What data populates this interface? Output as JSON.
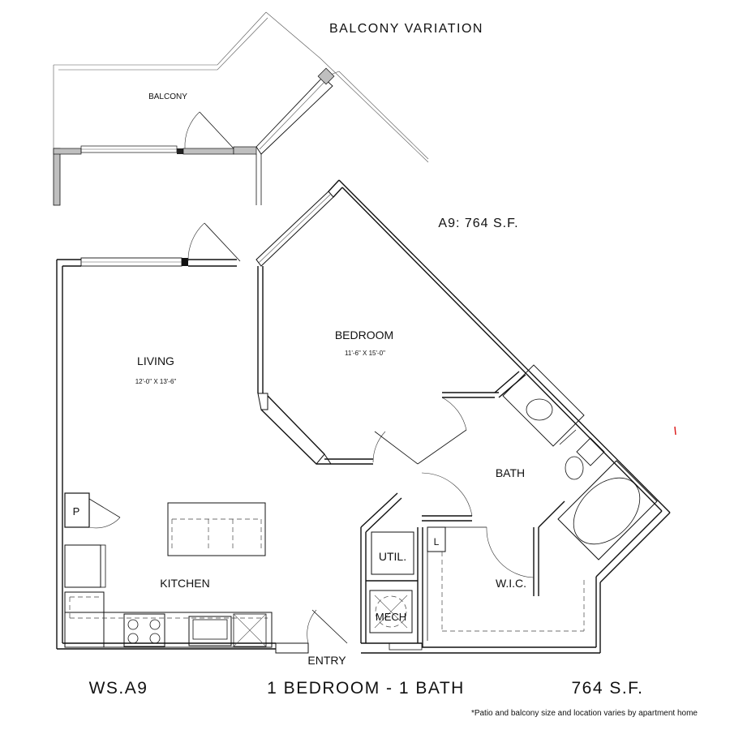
{
  "header": {
    "balcony_variation": "BALCONY VARIATION",
    "unit_area": "A9: 764 S.F."
  },
  "balcony_plan": {
    "label": "BALCONY"
  },
  "rooms": {
    "living": {
      "name": "LIVING",
      "dims": "12'-0\" X 13'-6\""
    },
    "bedroom": {
      "name": "BEDROOM",
      "dims": "11'-6\" X 15'-0\""
    },
    "bath": {
      "name": "BATH"
    },
    "kitchen": {
      "name": "KITCHEN"
    },
    "wic": {
      "name": "W.I.C."
    },
    "util": {
      "name": "UTIL."
    },
    "mech": {
      "name": "MECH"
    },
    "entry": {
      "name": "ENTRY"
    },
    "pantry": {
      "name": "P"
    },
    "linen": {
      "name": "L"
    }
  },
  "footer": {
    "unit_code": "WS.A9",
    "unit_type": "1 BEDROOM - 1 BATH",
    "area": "764 S.F.",
    "disclaimer": "*Patio and balcony size and location varies by apartment home"
  }
}
